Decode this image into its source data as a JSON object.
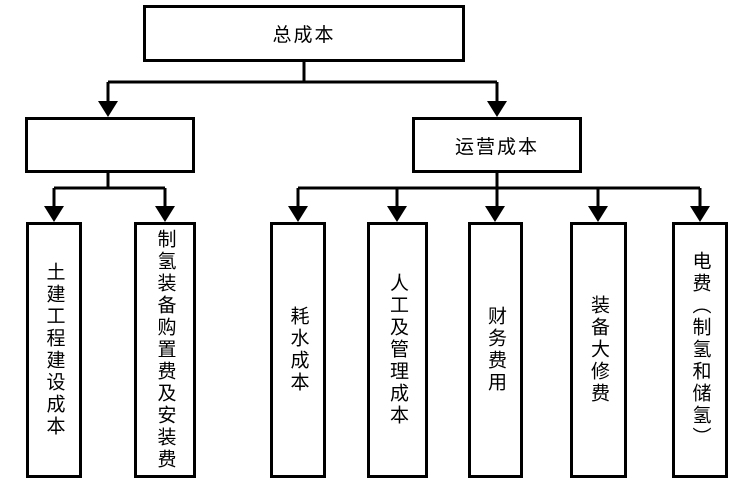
{
  "diagram": {
    "root": {
      "label": "总成本"
    },
    "branches": {
      "construction": {
        "label": ""
      },
      "operating": {
        "label": "运营成本"
      }
    },
    "construction_children": [
      {
        "label": "土建工程建设成本"
      },
      {
        "label": "制氢装备购置费及安装费"
      }
    ],
    "operating_children": [
      {
        "label": "耗水成本"
      },
      {
        "label": "人工及管理成本"
      },
      {
        "label": "财务费用"
      },
      {
        "label": "装备大修费"
      },
      {
        "label": "电费（制氢和储氢）"
      }
    ],
    "colors": {
      "line": "#000000",
      "background": "#ffffff",
      "text": "#000000"
    }
  }
}
